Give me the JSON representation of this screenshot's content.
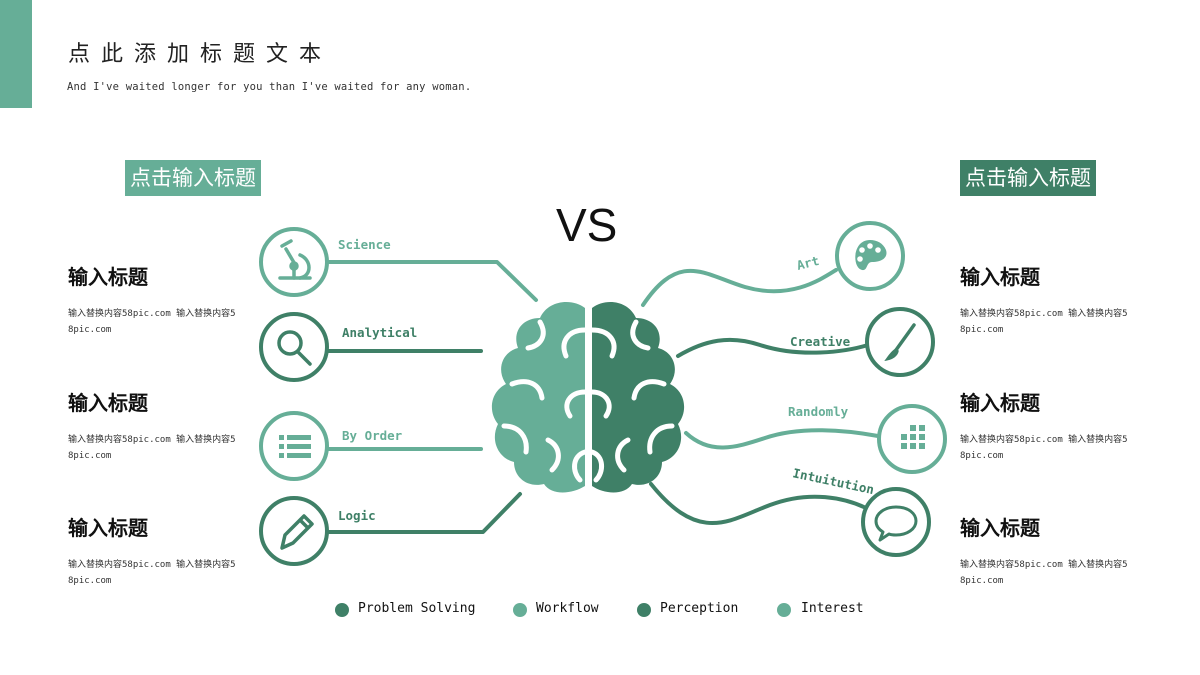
{
  "header": {
    "title": "点此添加标题文本",
    "subtitle": "And I've waited longer for you than I've waited for any woman."
  },
  "left_header": "点击输入标题",
  "right_header": "点击输入标题",
  "vs_label": "VS",
  "left_blocks": [
    {
      "title": "输入标题",
      "desc": "输入替换内容58pic.com 输入替换内容58pic.com"
    },
    {
      "title": "输入标题",
      "desc": "输入替换内容58pic.com 输入替换内容58pic.com"
    },
    {
      "title": "输入标题",
      "desc": "输入替换内容58pic.com 输入替换内容58pic.com"
    }
  ],
  "right_blocks": [
    {
      "title": "输入标题",
      "desc": "输入替换内容58pic.com 输入替换内容58pic.com"
    },
    {
      "title": "输入标题",
      "desc": "输入替换内容58pic.com 输入替换内容58pic.com"
    },
    {
      "title": "输入标题",
      "desc": "输入替换内容58pic.com 输入替换内容58pic.com"
    }
  ],
  "left_nodes": [
    {
      "label": "Science",
      "icon": "microscope-icon",
      "color": "#66ae97"
    },
    {
      "label": "Analytical",
      "icon": "magnifier-icon",
      "color": "#3f8067"
    },
    {
      "label": "By Order",
      "icon": "list-icon",
      "color": "#66ae97"
    },
    {
      "label": "Logic",
      "icon": "pencil-icon",
      "color": "#3f8067"
    }
  ],
  "right_nodes": [
    {
      "label": "Art",
      "icon": "palette-icon",
      "color": "#66ae97"
    },
    {
      "label": "Creative",
      "icon": "brush-icon",
      "color": "#3f8067"
    },
    {
      "label": "Randomly",
      "icon": "grid-icon",
      "color": "#66ae97"
    },
    {
      "label": "Intuitution",
      "icon": "speech-bubble-icon",
      "color": "#3f8067"
    }
  ],
  "legend": [
    {
      "label": "Problem Solving",
      "color": "#3f8067"
    },
    {
      "label": "Workflow",
      "color": "#66ae97"
    },
    {
      "label": "Perception",
      "color": "#3f8067"
    },
    {
      "label": "Interest",
      "color": "#66ae97"
    }
  ],
  "colors": {
    "light": "#66ae97",
    "dark": "#3f8067"
  }
}
